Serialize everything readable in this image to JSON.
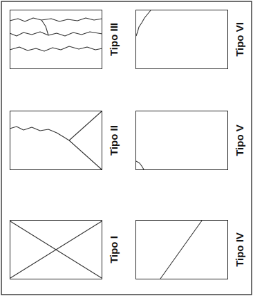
{
  "diagram": {
    "nodes": [
      {
        "text": [
          "Tipo III"
        ]
      },
      {
        "text": [
          "Tipo VI"
        ]
      },
      {
        "text": [
          "Tipo II"
        ]
      },
      {
        "text": [
          "Tipo V"
        ]
      },
      {
        "text": [
          "Tipo I"
        ]
      },
      {
        "text": [
          "Tipo IV"
        ]
      }
    ]
  }
}
